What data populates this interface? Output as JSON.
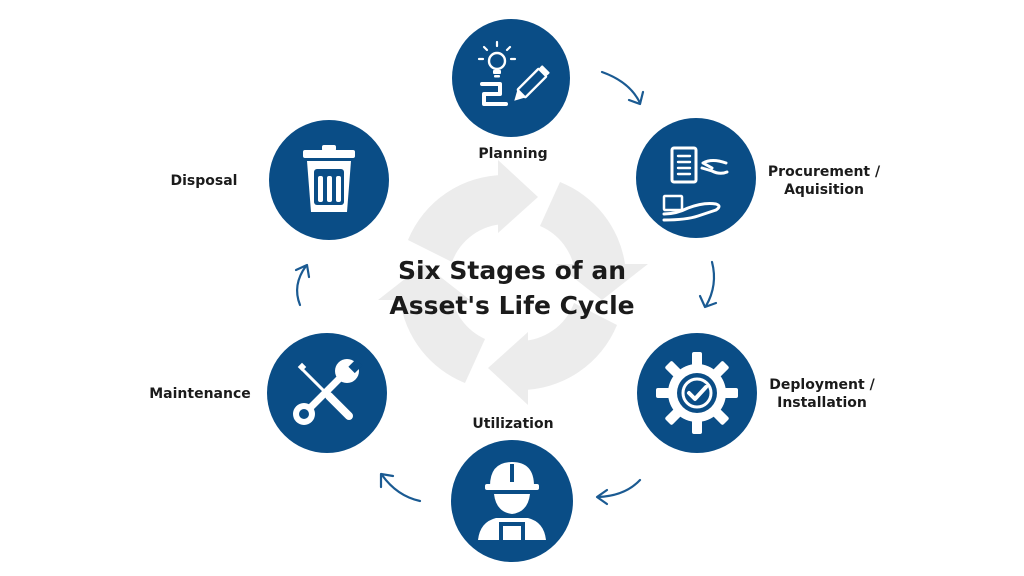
{
  "title": {
    "line1": "Six Stages of an",
    "line2": "Asset's Life Cycle"
  },
  "stages": [
    {
      "id": "planning",
      "label_lines": [
        "Planning"
      ],
      "icon": "lightbulb-pencil-icon"
    },
    {
      "id": "procurement",
      "label_lines": [
        "Procurement /",
        "Aquisition"
      ],
      "icon": "document-handover-icon"
    },
    {
      "id": "deployment",
      "label_lines": [
        "Deployment /",
        "Installation"
      ],
      "icon": "gear-check-icon"
    },
    {
      "id": "utilization",
      "label_lines": [
        "Utilization"
      ],
      "icon": "worker-hard-hat-icon"
    },
    {
      "id": "maintenance",
      "label_lines": [
        "Maintenance"
      ],
      "icon": "wrench-screwdriver-icon"
    },
    {
      "id": "disposal",
      "label_lines": [
        "Disposal"
      ],
      "icon": "trash-bin-icon"
    }
  ],
  "colors": {
    "circle": "#0a4d86",
    "arrow": "#1a5a92",
    "text": "#1b1b1b",
    "cycle_bg": "#ececec"
  }
}
